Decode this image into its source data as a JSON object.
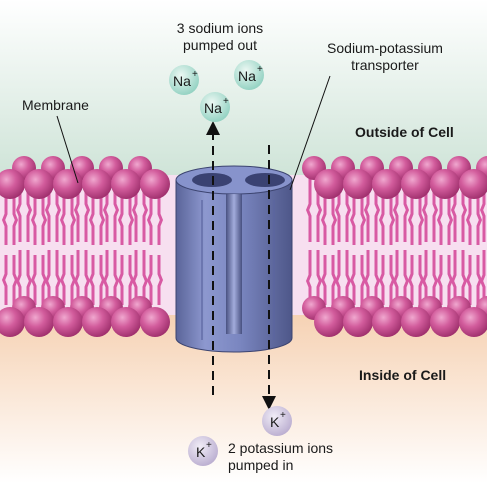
{
  "labels": {
    "sodium_out_line1": "3 sodium ions",
    "sodium_out_line2": "pumped out",
    "transporter_line1": "Sodium-potassium",
    "transporter_line2": "transporter",
    "membrane": "Membrane",
    "outside": "Outside of Cell",
    "inside": "Inside of Cell",
    "potassium_in_line1": "2 potassium ions",
    "potassium_in_line2": "pumped in"
  },
  "ions": {
    "sodium": {
      "symbol": "Na",
      "charge": "+",
      "count": 3
    },
    "potassium": {
      "symbol": "K",
      "charge": "+",
      "count": 2
    }
  },
  "colors": {
    "outside_top": "#ffffff",
    "outside_bottom": "#cfe4d8",
    "inside_top": "#f6d2b4",
    "inside_bottom": "#ffffff",
    "phospholipid_head": "#c6448e",
    "phospholipid_tail": "#d85aa3",
    "transporter_body": "#7f8bc4",
    "sodium_ion": "#aee2d3",
    "potassium_ion": "#d2c7e3"
  }
}
